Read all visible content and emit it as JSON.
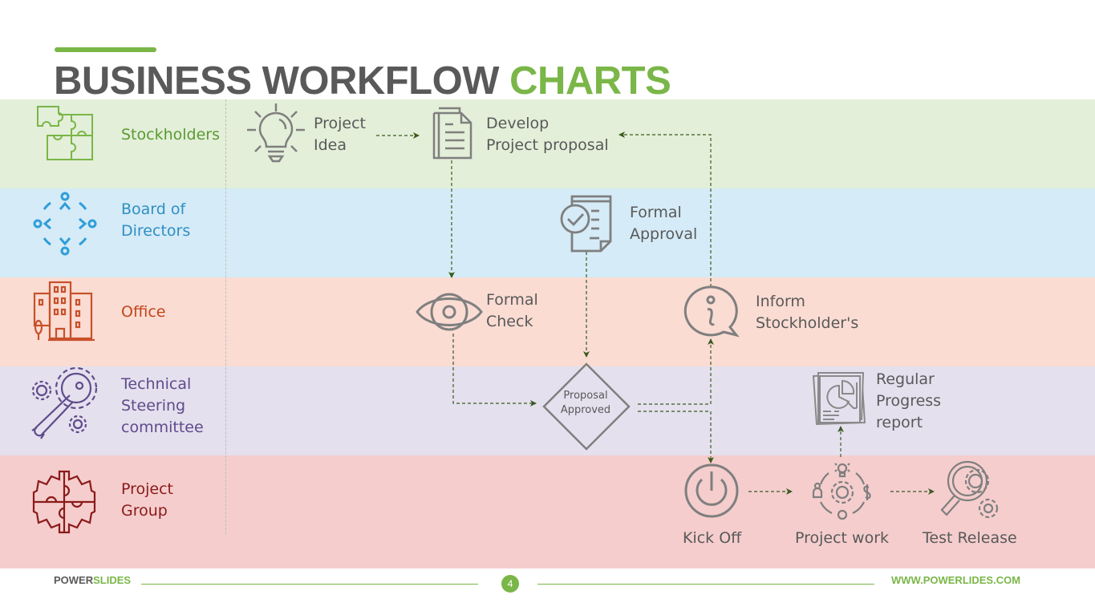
{
  "slide": {
    "title_main": "BUSINESS WORKFLOW ",
    "title_highlight": "CHARTS"
  },
  "colors": {
    "accent": "#7ab648",
    "text_gray": "#595959",
    "icon_gray": "#7f7f7f",
    "arrow": "#3a5a1f"
  },
  "lanes": [
    {
      "label": "Stockholders",
      "color": "#5b9a32",
      "bg": "#e3efd9",
      "icon": "puzzle-pieces-icon"
    },
    {
      "label": "Board of\nDirectors",
      "color": "#2f8fc4",
      "bg": "#d5ebf7",
      "icon": "team-circle-icon"
    },
    {
      "label": "Office",
      "color": "#c2461a",
      "bg": "#fadcd3",
      "icon": "office-building-icon"
    },
    {
      "label": "Technical\nSteering\ncommittee",
      "color": "#5f4b8b",
      "bg": "#e4e0ee",
      "icon": "wrench-gears-icon"
    },
    {
      "label": "Project\nGroup",
      "color": "#8b1a1a",
      "bg": "#f5cdcd",
      "icon": "gear-puzzle-icon"
    }
  ],
  "nodes": {
    "project_idea": {
      "label": "Project\nIdea",
      "icon": "lightbulb-icon"
    },
    "develop_proposal": {
      "label": "Develop\nProject proposal",
      "icon": "document-icon"
    },
    "formal_approval": {
      "label": "Formal\nApproval",
      "icon": "approved-document-icon"
    },
    "formal_check": {
      "label": "Formal\nCheck",
      "icon": "eye-icon"
    },
    "inform_stockholders": {
      "label": "Inform\nStockholder's",
      "icon": "info-bubble-icon"
    },
    "proposal_approved": {
      "label": "Proposal\nApproved",
      "icon": "decision-diamond"
    },
    "progress_report": {
      "label": "Regular\nProgress\nreport",
      "icon": "report-chart-icon"
    },
    "kick_off": {
      "label": "Kick Off",
      "icon": "power-icon"
    },
    "project_work": {
      "label": "Project work",
      "icon": "gear-cycle-icon"
    },
    "test_release": {
      "label": "Test Release",
      "icon": "magnifier-gear-icon"
    }
  },
  "footer": {
    "brand_left": "POWER",
    "brand_right": "SLIDES",
    "page_number": "4",
    "url": "WWW.POWERLIDES.COM"
  }
}
